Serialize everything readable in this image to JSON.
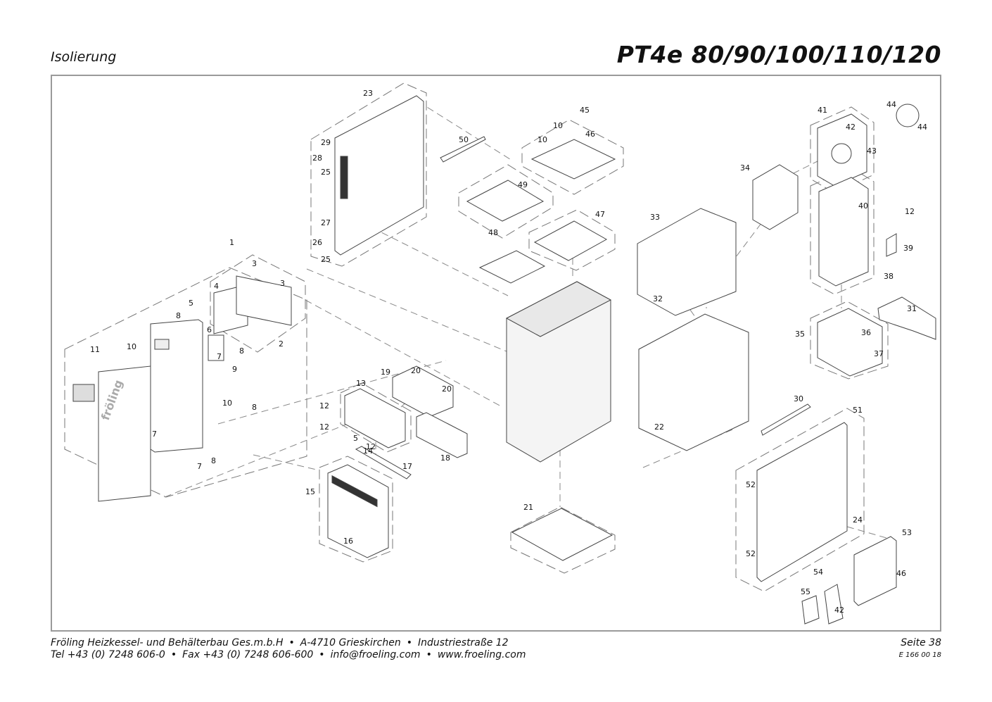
{
  "header": {
    "section": "Isolierung",
    "model": "PT4e 80/90/100/110/120"
  },
  "footer": {
    "company": "Fröling Heizkessel- und Behälterbau Ges.m.b.H",
    "address": "A-4710 Grieskirchen",
    "street": "Industriestraße 12",
    "tel": "Tel +43 (0) 7248 606-0",
    "fax": "Fax +43 (0) 7248 606-600",
    "email": "info@froeling.com",
    "web": "www.froeling.com",
    "page": "Seite 38",
    "doc_no": "E 166 00 18"
  },
  "diagram": {
    "brand_mark": "fröling",
    "callouts": [
      {
        "id": "1",
        "label": "1"
      },
      {
        "id": "2",
        "label": "2"
      },
      {
        "id": "3a",
        "label": "3"
      },
      {
        "id": "3b",
        "label": "3"
      },
      {
        "id": "4",
        "label": "4"
      },
      {
        "id": "5a",
        "label": "5"
      },
      {
        "id": "5b",
        "label": "5"
      },
      {
        "id": "6",
        "label": "6"
      },
      {
        "id": "7a",
        "label": "7"
      },
      {
        "id": "7b",
        "label": "7"
      },
      {
        "id": "7c",
        "label": "7"
      },
      {
        "id": "8a",
        "label": "8"
      },
      {
        "id": "8b",
        "label": "8"
      },
      {
        "id": "8c",
        "label": "8"
      },
      {
        "id": "8d",
        "label": "8"
      },
      {
        "id": "9",
        "label": "9"
      },
      {
        "id": "10a",
        "label": "10"
      },
      {
        "id": "10b",
        "label": "10"
      },
      {
        "id": "10c",
        "label": "10"
      },
      {
        "id": "10d",
        "label": "10"
      },
      {
        "id": "11",
        "label": "11"
      },
      {
        "id": "12a",
        "label": "12"
      },
      {
        "id": "12b",
        "label": "12"
      },
      {
        "id": "12c",
        "label": "12"
      },
      {
        "id": "12d",
        "label": "12"
      },
      {
        "id": "13",
        "label": "13"
      },
      {
        "id": "14",
        "label": "14"
      },
      {
        "id": "15",
        "label": "15"
      },
      {
        "id": "16",
        "label": "16"
      },
      {
        "id": "17",
        "label": "17"
      },
      {
        "id": "18",
        "label": "18"
      },
      {
        "id": "19",
        "label": "19"
      },
      {
        "id": "20a",
        "label": "20"
      },
      {
        "id": "20b",
        "label": "20"
      },
      {
        "id": "21",
        "label": "21"
      },
      {
        "id": "22",
        "label": "22"
      },
      {
        "id": "23",
        "label": "23"
      },
      {
        "id": "24",
        "label": "24"
      },
      {
        "id": "25a",
        "label": "25"
      },
      {
        "id": "25b",
        "label": "25"
      },
      {
        "id": "26",
        "label": "26"
      },
      {
        "id": "27",
        "label": "27"
      },
      {
        "id": "28",
        "label": "28"
      },
      {
        "id": "29",
        "label": "29"
      },
      {
        "id": "30",
        "label": "30"
      },
      {
        "id": "31",
        "label": "31"
      },
      {
        "id": "32",
        "label": "32"
      },
      {
        "id": "33",
        "label": "33"
      },
      {
        "id": "34",
        "label": "34"
      },
      {
        "id": "35",
        "label": "35"
      },
      {
        "id": "36",
        "label": "36"
      },
      {
        "id": "37",
        "label": "37"
      },
      {
        "id": "38",
        "label": "38"
      },
      {
        "id": "39",
        "label": "39"
      },
      {
        "id": "40",
        "label": "40"
      },
      {
        "id": "41",
        "label": "41"
      },
      {
        "id": "42a",
        "label": "42"
      },
      {
        "id": "42b",
        "label": "42"
      },
      {
        "id": "43",
        "label": "43"
      },
      {
        "id": "44a",
        "label": "44"
      },
      {
        "id": "44b",
        "label": "44"
      },
      {
        "id": "45",
        "label": "45"
      },
      {
        "id": "46a",
        "label": "46"
      },
      {
        "id": "46b",
        "label": "46"
      },
      {
        "id": "47",
        "label": "47"
      },
      {
        "id": "48",
        "label": "48"
      },
      {
        "id": "49",
        "label": "49"
      },
      {
        "id": "50",
        "label": "50"
      },
      {
        "id": "51",
        "label": "51"
      },
      {
        "id": "52a",
        "label": "52"
      },
      {
        "id": "52b",
        "label": "52"
      },
      {
        "id": "53",
        "label": "53"
      },
      {
        "id": "54",
        "label": "54"
      },
      {
        "id": "55",
        "label": "55"
      }
    ]
  }
}
